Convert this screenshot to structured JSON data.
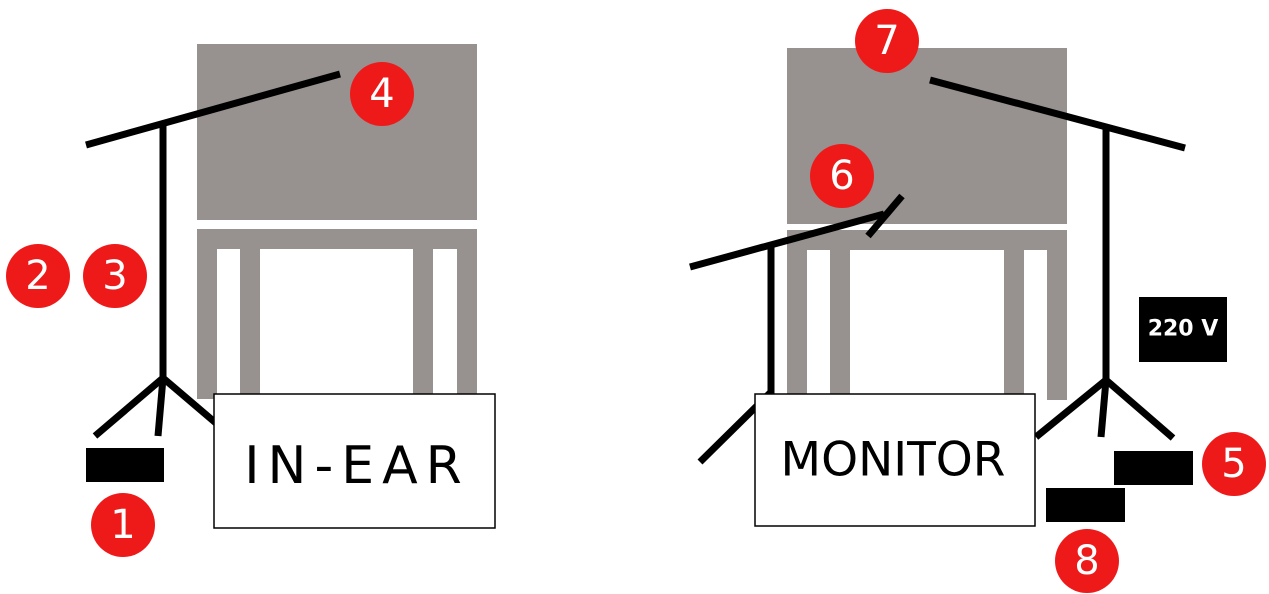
{
  "colors": {
    "table": "#979190",
    "badge": "#ee1a1a",
    "line": "#000000",
    "badge_text": "#ffffff",
    "box_border": "#000000",
    "box_fill": "#ffffff"
  },
  "labels": {
    "in_ear": "IN-EAR",
    "monitor": "MONITOR",
    "power": "220 V"
  },
  "badges": {
    "b1": "1",
    "b2": "2",
    "b3": "3",
    "b4": "4",
    "b5": "5",
    "b6": "6",
    "b7": "7",
    "b8": "8"
  }
}
